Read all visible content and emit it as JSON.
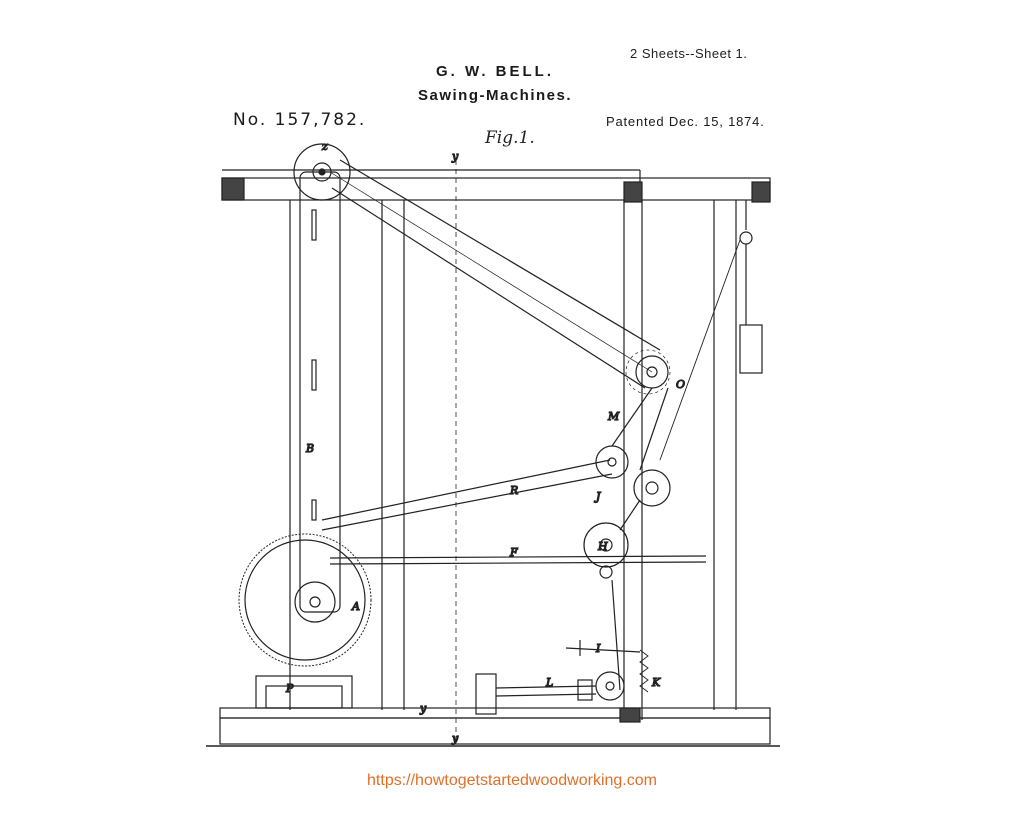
{
  "header": {
    "sheet_info": "2 Sheets--Sheet 1.",
    "inventor": "G. W. BELL.",
    "title": "Sawing-Machines.",
    "patent_number": "No. 157,782.",
    "patent_date": "Patented Dec. 15, 1874."
  },
  "figure": {
    "label": "Fig.1.",
    "part_labels": {
      "z_top": "z",
      "y_top": "y",
      "b": "B",
      "a": "A",
      "r": "R",
      "f": "F",
      "m": "M",
      "o": "O",
      "j": "J",
      "h": "H",
      "i": "I",
      "k": "K",
      "l": "L",
      "p": "P",
      "y_mid": "y",
      "y_bottom": "y"
    }
  },
  "footer": {
    "watermark_url": "https://howtogetstartedwoodworking.com"
  },
  "colors": {
    "ink": "#222222",
    "watermark": "#e0702a"
  }
}
